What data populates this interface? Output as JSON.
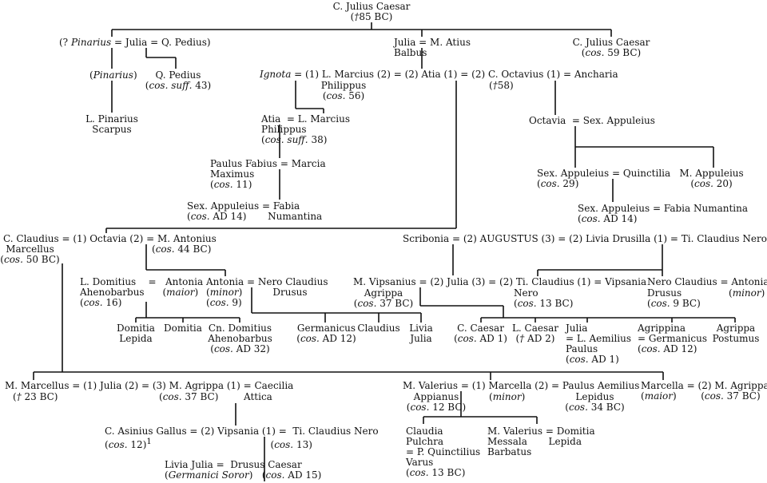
{
  "nodes": [
    {
      "id": "caesar-head",
      "lines": [
        "C. Julius Caesar",
        "(<i>†</i>85 BC)"
      ]
    },
    {
      "id": "pinarius-julia-pedius",
      "lines": [
        "(? <i>Pinarius</i> = Julia = Q. Pedius)"
      ]
    },
    {
      "id": "julia-atius",
      "lines": [
        "Julia = M. Atius",
        "Balbus"
      ]
    },
    {
      "id": "caesar-cos59",
      "lines": [
        "C. Julius Caesar",
        "(<i>cos.</i> 59 BC)"
      ]
    },
    {
      "id": "pinarius-paren",
      "lines": [
        "(<i>Pinarius</i>)"
      ]
    },
    {
      "id": "q-pedius",
      "lines": [
        "Q. Pedius",
        "(<i>cos. suff.</i> 43)"
      ]
    },
    {
      "id": "ignota-philippus-atia-octavius-ancharia",
      "lines": [
        "<i>Ignota</i> = (1) L. Marcius (2) = (2) Atia (1) = (2) C. Octavius (1) = Ancharia"
      ]
    },
    {
      "id": "philippus-cos56",
      "lines": [
        "Philippus",
        "(<i>cos.</i> 56)"
      ]
    },
    {
      "id": "octavius-death",
      "lines": [
        "(<i>†</i>58)"
      ]
    },
    {
      "id": "l-pinarius",
      "lines": [
        "L. Pinarius",
        "Scarpus"
      ]
    },
    {
      "id": "atia-philippus",
      "lines": [
        "Atia &nbsp;= L. Marcius",
        "Philippus",
        "(<i>cos. suff.</i> 38)"
      ]
    },
    {
      "id": "octavia-appuleius",
      "lines": [
        "Octavia &nbsp;= Sex. Appuleius"
      ]
    },
    {
      "id": "paulus-marcia",
      "lines": [
        "Paulus Fabius = Marcia",
        "Maximus",
        "(<i>cos.</i> 11)"
      ]
    },
    {
      "id": "sex-appuleius-quinctilia",
      "lines": [
        "Sex. Appuleius = Quinctilia",
        "(<i>cos.</i> 29)"
      ]
    },
    {
      "id": "m-appuleius",
      "lines": [
        "M. Appuleius",
        "(<i>cos.</i> 20)"
      ]
    },
    {
      "id": "sex-appuleius-fabia-left",
      "lines": [
        "Sex. Appuleius = Fabia",
        "(<i>cos.</i> AD 14) &nbsp;&nbsp;&nbsp;&nbsp;&nbsp;&nbsp;Numantina"
      ]
    },
    {
      "id": "sex-appuleius-fabia-right",
      "lines": [
        "Sex. Appuleius = Fabia Numantina",
        "(<i>cos.</i> AD 14)"
      ]
    },
    {
      "id": "marcellus-octavia-antonius",
      "lines": [
        "C. Claudius = (1) Octavia (2) = M. Antonius"
      ]
    },
    {
      "id": "marcellus-cos50",
      "lines": [
        "Marcellus",
        "(<i>cos.</i> 50 BC)"
      ]
    },
    {
      "id": "antonius-cos44",
      "lines": [
        "(<i>cos.</i> 44 BC)"
      ]
    },
    {
      "id": "scribonia-augustus-livia-nero",
      "lines": [
        "Scribonia = (2) AUGUSTUS (3) = (2) Livia Drusilla (1) = Ti. Claudius Nero"
      ]
    },
    {
      "id": "domitius-antonia-maior",
      "lines": [
        "L. Domitius &nbsp;&nbsp;&nbsp;= &nbsp;&nbsp;Antonia",
        "Ahenobarbus &nbsp;&nbsp;&nbsp;&nbsp;&nbsp;(<i>maior</i>)",
        "(<i>cos.</i> 16)"
      ]
    },
    {
      "id": "antonia-minor-drusus",
      "lines": [
        "Antonia = Nero Claudius",
        "(<i>minor</i>) &nbsp;&nbsp;&nbsp;&nbsp;&nbsp;&nbsp;&nbsp;&nbsp;&nbsp;Drusus",
        "(<i>cos.</i> 9)"
      ]
    },
    {
      "id": "agrippa-julia-tiberius-vipsania",
      "lines": [
        "M. Vipsanius = (2) Julia (3) = (2) Ti. Claudius (1) = Vipsania"
      ]
    },
    {
      "id": "agrippa-lines",
      "lines": [
        "Agrippa",
        "(<i>cos.</i> 37 BC)"
      ]
    },
    {
      "id": "tiberius-lines",
      "lines": [
        "Nero",
        "(<i>cos.</i> 13 BC)"
      ]
    },
    {
      "id": "drusus-antonia",
      "lines": [
        "Nero Claudius = Antonia"
      ]
    },
    {
      "id": "drusus-lines",
      "lines": [
        "Drusus",
        "(<i>cos.</i> 9 BC)"
      ]
    },
    {
      "id": "antonia-minor-right",
      "lines": [
        "(<i>minor</i>)"
      ]
    },
    {
      "id": "domitia-lepida",
      "lines": [
        "Domitia",
        "Lepida"
      ]
    },
    {
      "id": "domitia",
      "lines": [
        "Domitia"
      ]
    },
    {
      "id": "cn-domitius",
      "lines": [
        "Cn. Domitius",
        "Ahenobarbus",
        "(<i>cos.</i> AD 32)"
      ]
    },
    {
      "id": "germanicus",
      "lines": [
        "Germanicus",
        "(<i>cos.</i> AD 12)"
      ]
    },
    {
      "id": "claudius",
      "lines": [
        "Claudius"
      ]
    },
    {
      "id": "livia-julia",
      "lines": [
        "Livia",
        "Julia"
      ]
    },
    {
      "id": "c-caesar",
      "lines": [
        "C. Caesar",
        "(<i>cos.</i> AD 1)"
      ]
    },
    {
      "id": "l-caesar",
      "lines": [
        "L. Caesar",
        "(<i>†</i> AD 2)"
      ]
    },
    {
      "id": "julia-paulus",
      "lines": [
        "Julia",
        "= L. Aemilius",
        "Paulus",
        "(<i>cos.</i> AD 1)"
      ]
    },
    {
      "id": "agrippina-germanicus",
      "lines": [
        "Agrippina",
        "= Germanicus",
        "(<i>cos.</i> AD 12)"
      ]
    },
    {
      "id": "agrippa-postumus",
      "lines": [
        "Agrippa",
        "Postumus"
      ]
    },
    {
      "id": "marcellus-julia-agrippa-caecilia",
      "lines": [
        "M. Marcellus = (1) Julia (2) = (3) M. Agrippa (1) = Caecilia"
      ]
    },
    {
      "id": "marcellus-death",
      "lines": [
        "(<i>†</i> 23 BC)"
      ]
    },
    {
      "id": "agrippa-cos37-mid",
      "lines": [
        "(<i>cos.</i> 37 BC)"
      ]
    },
    {
      "id": "caecilia-attica",
      "lines": [
        "Attica"
      ]
    },
    {
      "id": "valerius-marcella-paulus",
      "lines": [
        "M. Valerius = (1) Marcella (2) = Paulus Aemilius"
      ]
    },
    {
      "id": "valerius-lines",
      "lines": [
        "Appianus",
        "(<i>cos.</i> 12 BC)"
      ]
    },
    {
      "id": "marcella-minor",
      "lines": [
        "(<i>minor</i>)"
      ]
    },
    {
      "id": "paulus-lines",
      "lines": [
        "Lepidus",
        "(<i>cos.</i> 34 BC)"
      ]
    },
    {
      "id": "marcella-maior-agrippa",
      "lines": [
        "Marcella = (2) M. Agrippa",
        "(<i>maior</i>) &nbsp;&nbsp;&nbsp;&nbsp;&nbsp;&nbsp;&nbsp;(<i>cos.</i> 37 BC)"
      ]
    },
    {
      "id": "gallus-vipsania-nero",
      "lines": [
        "C. Asinius Gallus = (2) Vipsania (1) = &nbsp;Ti. Claudius Nero",
        "(<i>cos.</i> 12)<sup>1</sup> &nbsp;&nbsp;&nbsp;&nbsp;&nbsp;&nbsp;&nbsp;&nbsp;&nbsp;&nbsp;&nbsp;&nbsp;&nbsp;&nbsp;&nbsp;&nbsp;&nbsp;&nbsp;&nbsp;&nbsp;&nbsp;&nbsp;&nbsp;&nbsp;&nbsp;&nbsp;&nbsp;&nbsp;&nbsp;&nbsp;&nbsp;&nbsp;&nbsp;&nbsp;&nbsp;&nbsp;&nbsp;&nbsp;(<i>cos.</i> 13)"
      ]
    },
    {
      "id": "claudia-pulchra",
      "lines": [
        "Claudia",
        "Pulchra",
        "= P. Quinctilius",
        "Varus",
        "(<i>cos.</i> 13 BC)"
      ]
    },
    {
      "id": "messala-domitia",
      "lines": [
        "M. Valerius = Domitia",
        "Messala &nbsp;&nbsp;&nbsp;&nbsp;&nbsp;&nbsp;Lepida",
        "Barbatus"
      ]
    },
    {
      "id": "livia-julia-drusus",
      "lines": [
        "Livia Julia = &nbsp;Drusus Caesar",
        "(<i>Germanici Soror</i>) &nbsp;&nbsp;(<i>cos.</i> AD 15)"
      ]
    }
  ]
}
